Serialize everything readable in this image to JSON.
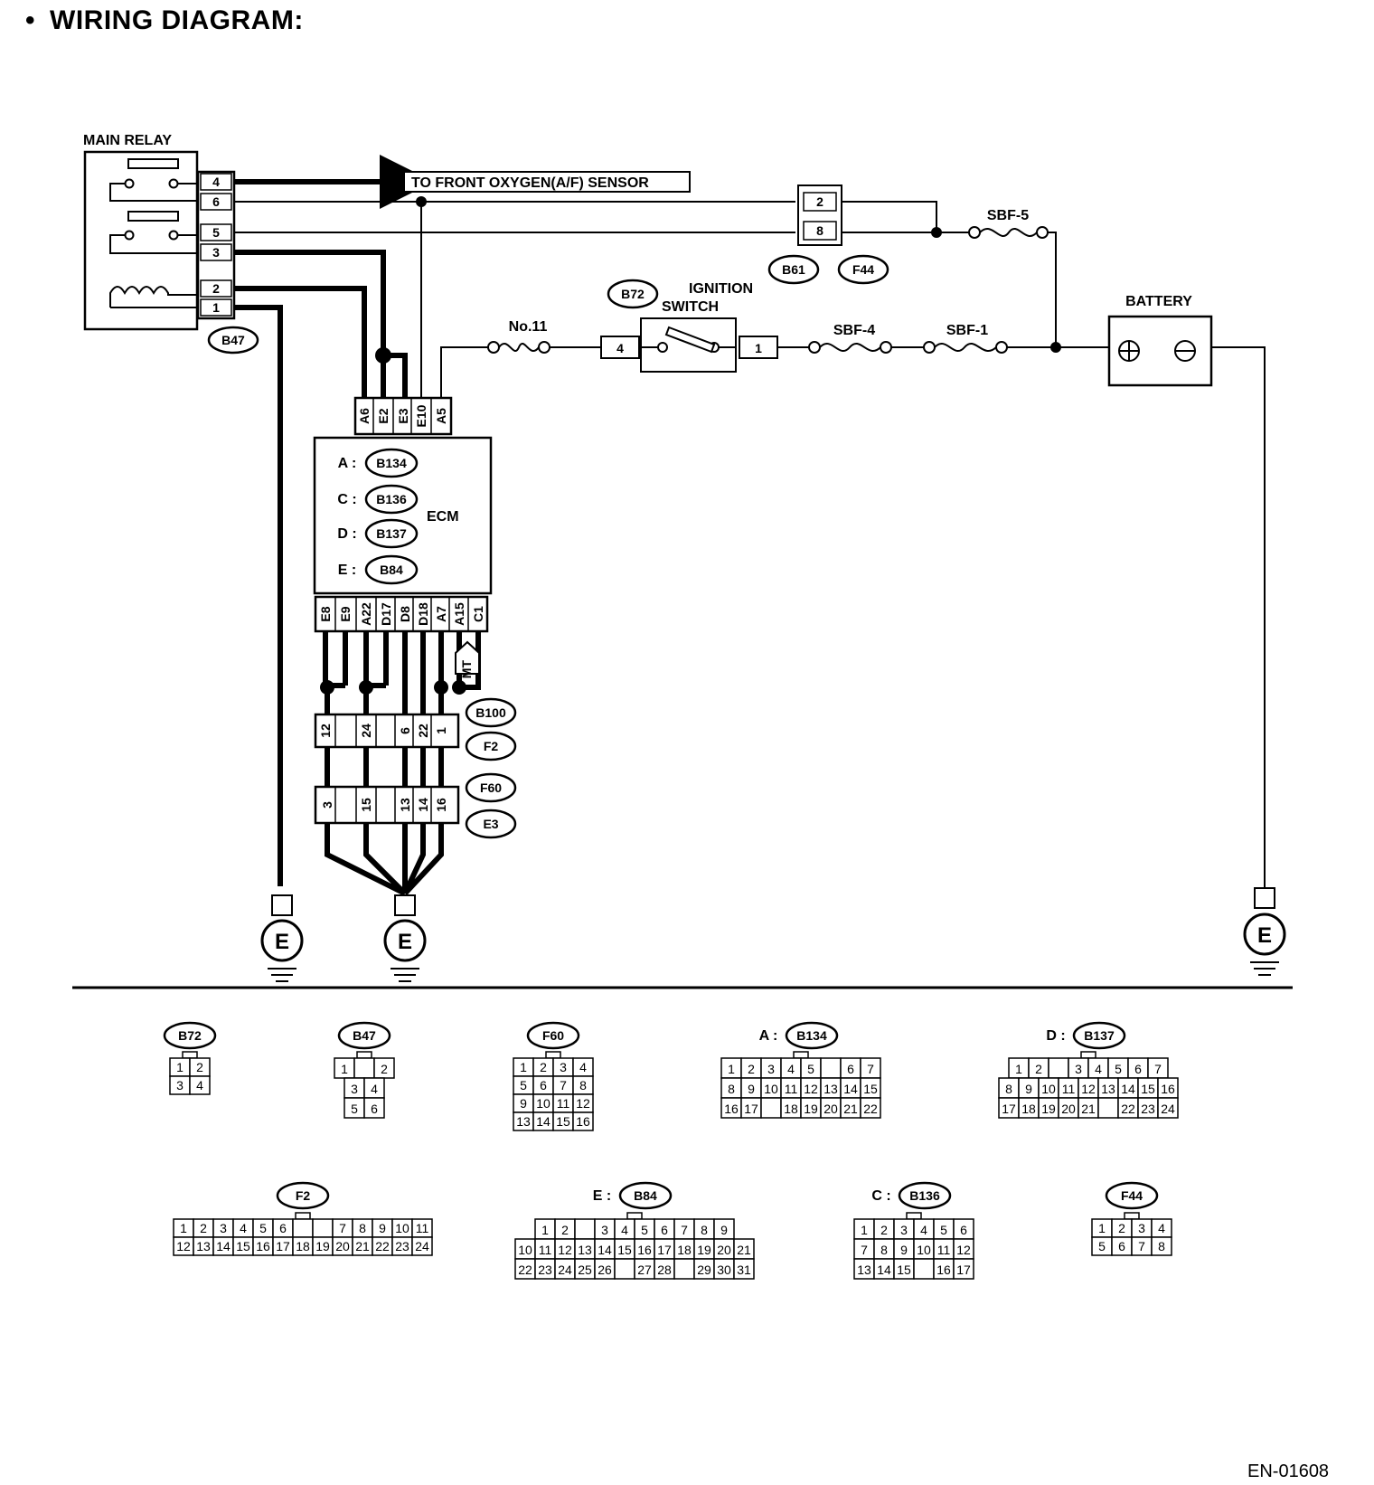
{
  "page": {
    "title": "WIRING DIAGRAM:",
    "bullet": "•",
    "doc_code": "EN-01608"
  },
  "labels": {
    "main_relay": "MAIN RELAY",
    "front_oxygen": "TO FRONT OXYGEN(A/F) SENSOR",
    "ignition_switch_1": "IGNITION",
    "ignition_switch_2": "SWITCH",
    "battery": "BATTERY",
    "ecm": "ECM",
    "sbf5": "SBF-5",
    "sbf4": "SBF-4",
    "sbf1": "SBF-1",
    "no11": "No.11",
    "mt": "MT",
    "ground": "E"
  },
  "connector_tags": {
    "b47": "B47",
    "b61": "B61",
    "f44": "F44",
    "b72": "B72",
    "b100": "B100",
    "f2": "F2",
    "f60": "F60",
    "e3": "E3"
  },
  "relay_pins": [
    "4",
    "6",
    "5",
    "3",
    "2",
    "1"
  ],
  "b61_pins": [
    "2",
    "8"
  ],
  "ign_pins": [
    "4",
    "1"
  ],
  "ecm": {
    "top_pins": [
      "A6",
      "E2",
      "E3",
      "E10",
      "A5"
    ],
    "bottom_pins": [
      "E8",
      "E9",
      "A22",
      "D17",
      "D8",
      "D18",
      "A7",
      "A15",
      "C1"
    ],
    "prefixes": [
      "A :",
      "C :",
      "D :",
      "E :"
    ],
    "refs": [
      "B134",
      "B136",
      "B137",
      "B84"
    ]
  },
  "b100_pins": [
    "12",
    "24",
    "6",
    "22",
    "1"
  ],
  "f60_pins": [
    "3",
    "15",
    "13",
    "14",
    "16"
  ],
  "legend": [
    {
      "tag": "B72",
      "prefix": "",
      "rows": [
        [
          "1",
          "2"
        ],
        [
          "3",
          "4"
        ]
      ]
    },
    {
      "tag": "B47",
      "prefix": "",
      "rows": [
        [
          "1",
          "",
          "2"
        ],
        [
          "3",
          "4"
        ],
        [
          "5",
          "6"
        ]
      ]
    },
    {
      "tag": "F60",
      "prefix": "",
      "rows": [
        [
          "1",
          "2",
          "3",
          "4"
        ],
        [
          "5",
          "6",
          "7",
          "8"
        ],
        [
          "9",
          "10",
          "11",
          "12"
        ],
        [
          "13",
          "14",
          "15",
          "16"
        ]
      ]
    },
    {
      "tag": "B134",
      "prefix": "A :",
      "rows": [
        [
          "1",
          "2",
          "3",
          "4",
          "5",
          "",
          "6",
          "7"
        ],
        [
          "8",
          "9",
          "10",
          "11",
          "12",
          "13",
          "14",
          "15"
        ],
        [
          "16",
          "17",
          "",
          "18",
          "19",
          "20",
          "21",
          "22"
        ]
      ]
    },
    {
      "tag": "B137",
      "prefix": "D :",
      "rows": [
        [
          "1",
          "2",
          "",
          "3",
          "4",
          "5",
          "6",
          "7"
        ],
        [
          "8",
          "9",
          "10",
          "11",
          "12",
          "13",
          "14",
          "15",
          "16"
        ],
        [
          "17",
          "18",
          "19",
          "20",
          "21",
          "",
          "22",
          "23",
          "24"
        ]
      ]
    },
    {
      "tag": "F2",
      "prefix": "",
      "rows": [
        [
          "1",
          "2",
          "3",
          "4",
          "5",
          "6",
          "",
          "",
          "7",
          "8",
          "9",
          "10",
          "11"
        ],
        [
          "12",
          "13",
          "14",
          "15",
          "16",
          "17",
          "18",
          "19",
          "20",
          "21",
          "22",
          "23",
          "24"
        ]
      ]
    },
    {
      "tag": "B84",
      "prefix": "E :",
      "rows": [
        [
          "1",
          "2",
          "",
          "3",
          "4",
          "5",
          "6",
          "7",
          "8",
          "9"
        ],
        [
          "10",
          "11",
          "12",
          "13",
          "14",
          "15",
          "16",
          "17",
          "18",
          "19",
          "20",
          "21"
        ],
        [
          "22",
          "23",
          "24",
          "25",
          "26",
          "",
          "27",
          "28",
          "",
          "29",
          "30",
          "31"
        ]
      ]
    },
    {
      "tag": "B136",
      "prefix": "C :",
      "rows": [
        [
          "1",
          "2",
          "3",
          "4",
          "5",
          "6"
        ],
        [
          "7",
          "8",
          "9",
          "10",
          "11",
          "12"
        ],
        [
          "13",
          "14",
          "15",
          "",
          "16",
          "17"
        ]
      ]
    },
    {
      "tag": "F44",
      "prefix": "",
      "rows": [
        [
          "1",
          "2",
          "3",
          "4"
        ],
        [
          "5",
          "6",
          "7",
          "8"
        ]
      ]
    }
  ]
}
